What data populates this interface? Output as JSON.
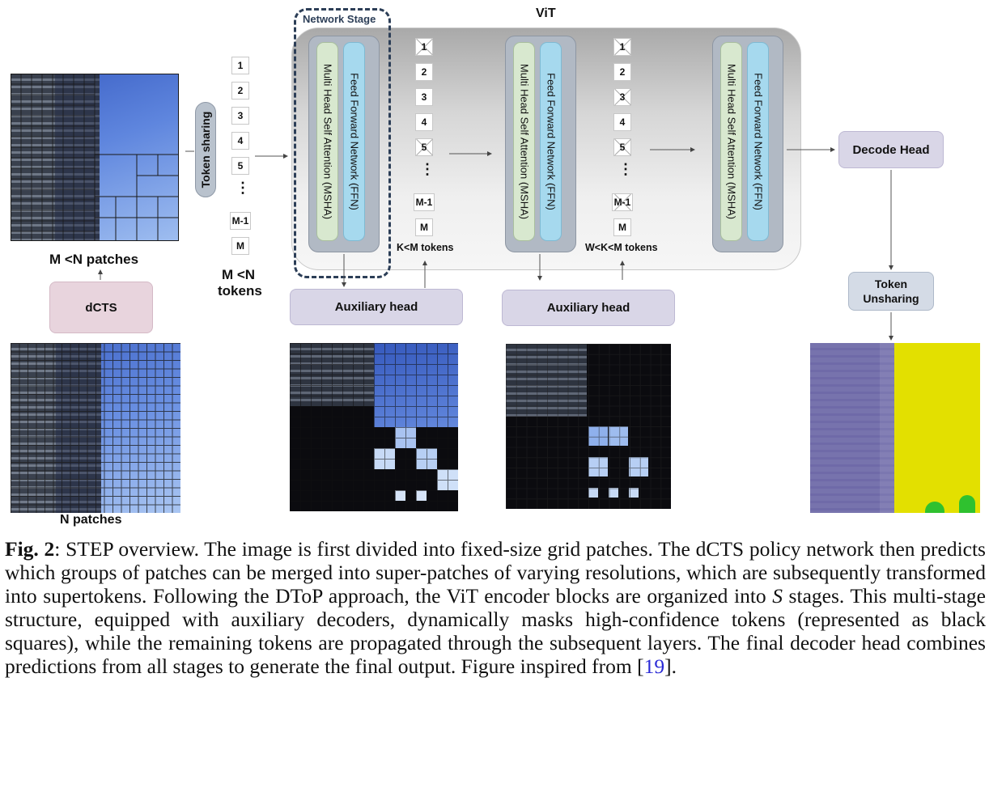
{
  "figure": {
    "vit_label": "ViT",
    "network_stage_label": "Network Stage",
    "token_sharing_label": "Token sharing",
    "token_unsharing_label": "Token Unsharing",
    "dcts_label": "dCTS",
    "decode_head_label": "Decode Head",
    "aux_head_label": "Auxiliary head",
    "m_patches_label": "M <N patches",
    "n_patches_label": "N patches",
    "tokens_label_line1": "M <N",
    "tokens_label_line2": "tokens",
    "k_tokens_label": "K<M tokens",
    "w_tokens_label": "W<K<M tokens",
    "msha_label": "Multi Head Self Attention (MSHA)",
    "ffn_label": "Feed Forward Network (FFN)",
    "tokens": [
      "1",
      "2",
      "3",
      "4",
      "5",
      "M-1",
      "M"
    ],
    "ellipsis": "⋮",
    "colors": {
      "dcts": "#e8d4dd",
      "aux_head": "#d9d6e7",
      "decode_head": "#d9d6e7",
      "token_unsharing": "#d4dbe6",
      "msha": "#d8e8cf",
      "ffn": "#a6d9ee",
      "stage_dash": "#2c3e57",
      "seg_building": "#6f6aa8",
      "seg_sky": "#e3e000",
      "seg_tree": "#2fc12f"
    }
  },
  "caption": {
    "fig_label": "Fig. 2",
    "text": ": STEP overview. The image is first divided into fixed-size grid patches. The dCTS policy network then predicts which groups of patches can be merged into super-patches of varying resolutions, which are subsequently transformed into supertokens. Following the DToP approach, the ViT encoder blocks are organized into ",
    "s_symbol": "S",
    "text_after_s": " stages. This multi-stage structure, equipped with auxiliary decoders, dynamically masks high-confidence tokens (represented as black squares), while the remaining tokens are propagated through the subsequent layers. The final decoder head combines predictions from all stages to generate the final output. Figure inspired from ",
    "ref_open": "[",
    "ref": "19",
    "ref_close": "]."
  }
}
